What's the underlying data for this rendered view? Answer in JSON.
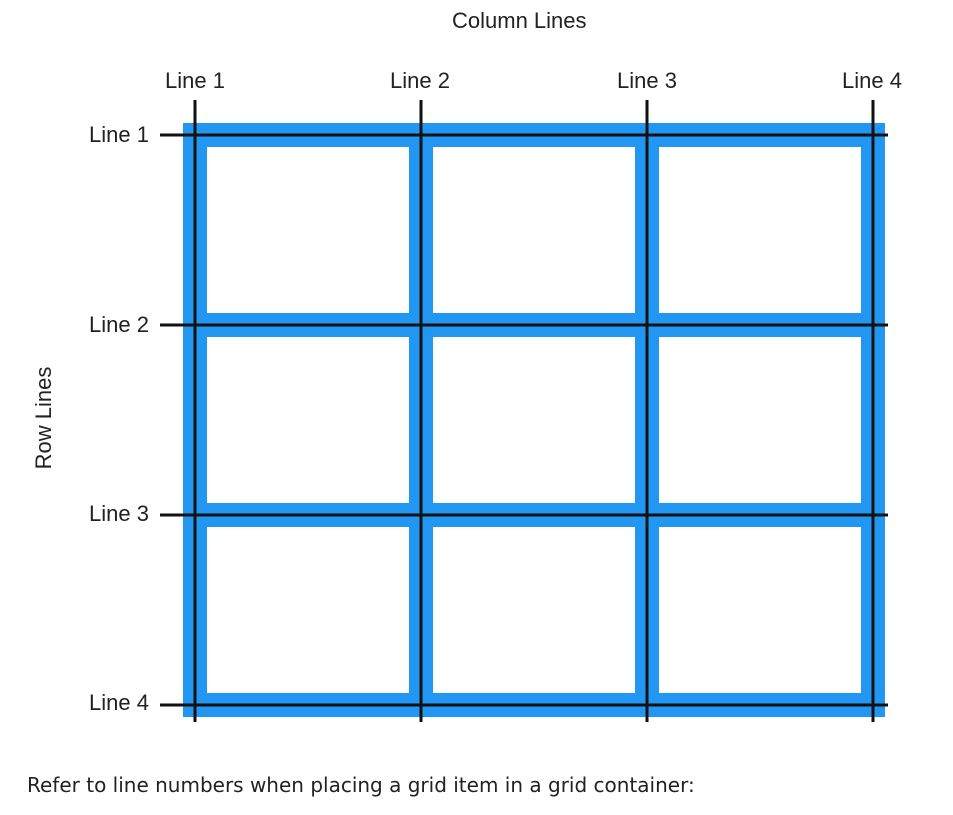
{
  "diagram": {
    "column_title": "Column Lines",
    "row_title": "Row Lines",
    "column_lines": [
      "Line 1",
      "Line 2",
      "Line 3",
      "Line 4"
    ],
    "row_lines": [
      "Line 1",
      "Line 2",
      "Line 3",
      "Line 4"
    ],
    "grid": {
      "rows": 3,
      "columns": 3
    },
    "colors": {
      "track": "#2196F3",
      "cell": "#ffffff",
      "line": "#111111"
    }
  },
  "caption": "Refer to line numbers when placing a grid item in a grid container:"
}
